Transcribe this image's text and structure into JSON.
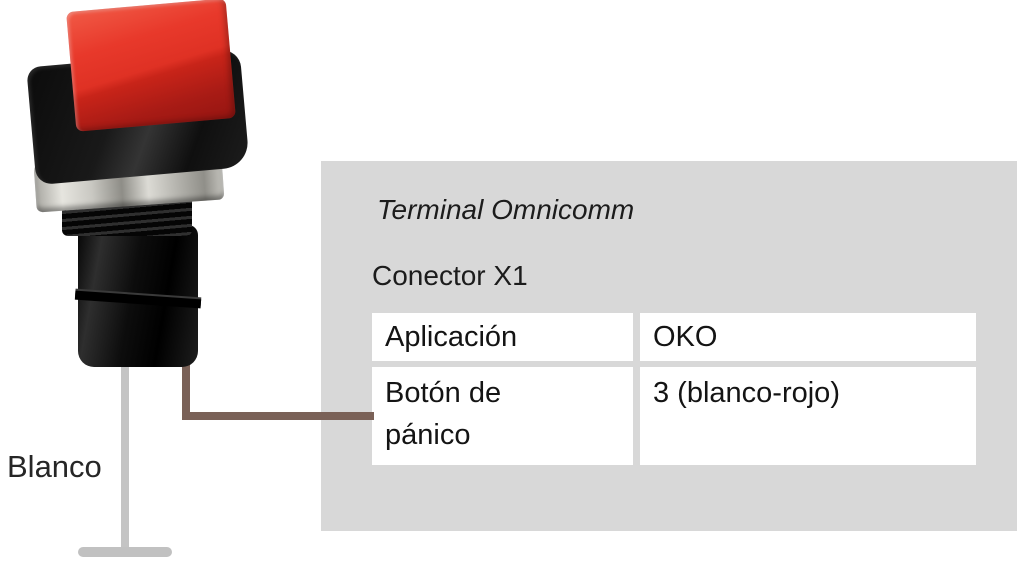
{
  "figure": {
    "device_name": "panic-push-button",
    "colors": {
      "cap_red": "#e23a2c",
      "cap_red_dark": "#a81b15",
      "housing_black": "#161616",
      "metal": "#c9c8c2",
      "wire_white": "#c4c4c4",
      "wire_panic_brown": "#7a6157",
      "panel_background": "#d8d8d8"
    }
  },
  "labels": {
    "white_wire": "Blanco"
  },
  "panel": {
    "title": "Terminal Omnicomm",
    "subtitle": "Conector X1",
    "table": {
      "rows": [
        {
          "label": "Aplicación",
          "value": "OKO"
        },
        {
          "label": "Botón de pánico",
          "value": "3 (blanco-rojo)"
        }
      ]
    }
  }
}
